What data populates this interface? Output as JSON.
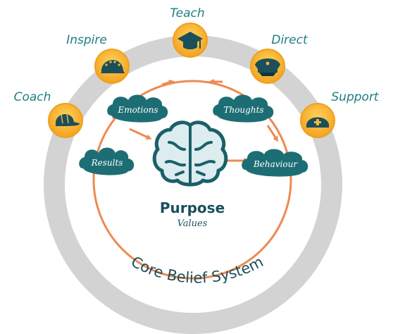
{
  "roles": [
    {
      "id": "coach",
      "label": "Coach",
      "icon": "baseball-cap-icon"
    },
    {
      "id": "inspire",
      "label": "Inspire",
      "icon": "helmet-icon"
    },
    {
      "id": "teach",
      "label": "Teach",
      "icon": "graduation-cap-icon"
    },
    {
      "id": "direct",
      "label": "Direct",
      "icon": "captain-hat-icon"
    },
    {
      "id": "support",
      "label": "Support",
      "icon": "nurse-cap-icon"
    }
  ],
  "cycle": {
    "emotions": "Emotions",
    "thoughts": "Thoughts",
    "behaviour": "Behaviour",
    "results": "Results"
  },
  "center": {
    "title": "Purpose",
    "subtitle": "Values",
    "icon": "brain-icon"
  },
  "ring_label": "Core Belief System",
  "colors": {
    "ring": "#d4d4d4",
    "arrow": "#ee8a52",
    "cloud": "#1d6e74",
    "badge_outer": "#f5a623",
    "badge_inner": "#f7b733",
    "text": "#1f7e80",
    "brain_fill": "#dcecef",
    "brain_stroke": "#1b5f6a"
  }
}
